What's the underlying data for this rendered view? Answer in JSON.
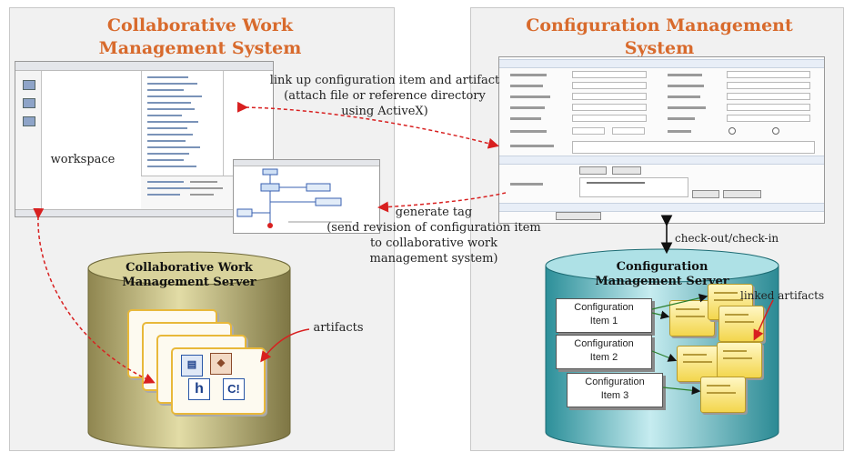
{
  "left_panel": {
    "title_line1": "Collaborative Work",
    "title_line2": "Management System",
    "workspace_label": "workspace",
    "server_line1": "Collaborative Work",
    "server_line2": "Management Server",
    "artifacts_label": "artifacts",
    "icon_tiles": [
      "h",
      "C!"
    ]
  },
  "right_panel": {
    "title_line1": "Configuration Management",
    "title_line2": "System",
    "server_line1": "Configuration",
    "server_line2": "Management Server",
    "linked_label": "linked artifacts",
    "config_items": [
      {
        "line1": "Configuration",
        "line2": "Item 1"
      },
      {
        "line1": "Configuration",
        "line2": "Item 2"
      },
      {
        "line1": "Configuration",
        "line2": "Item 3"
      }
    ]
  },
  "annotations": {
    "link_line1": "link up configuration item and artifact",
    "link_line2": "(attach file or reference directory",
    "link_line3": "using ActiveX)",
    "tag_line1": "generate tag",
    "tag_line2": "(send revision of configuration item",
    "tag_line3": "to collaborative work",
    "tag_line4": "management system)",
    "checkout": "check-out/check-in"
  },
  "colors": {
    "title": "#d86a2c",
    "panel_bg": "#f1f1f1",
    "cwm_cylinder": "#c8c07a",
    "cm_cylinder": "#5fbfc6",
    "dashed_arrow": "#d82020"
  }
}
